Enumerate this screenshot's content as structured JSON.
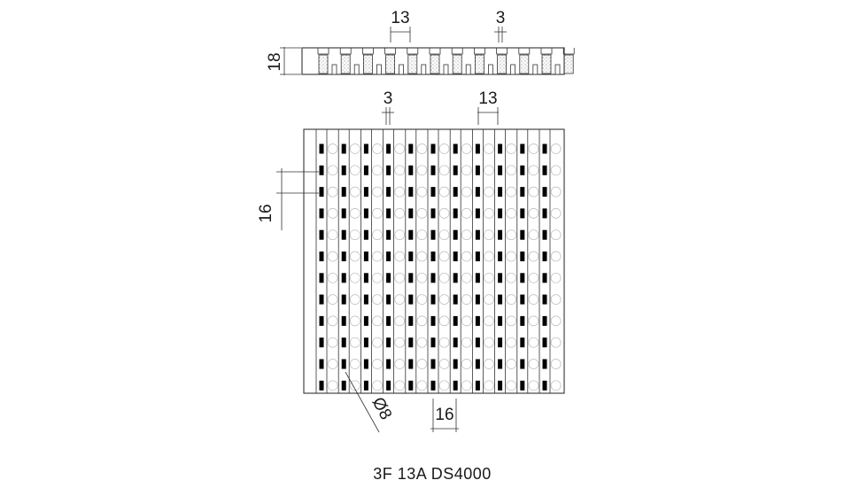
{
  "drawing": {
    "caption": "3F 13A DS4000",
    "dimensions": {
      "section_pitch": "13",
      "section_gap": "3",
      "section_thickness": "18",
      "plan_gap": "3",
      "plan_pitch": "13",
      "row_spacing": "16",
      "hole_diameter": "Ø8",
      "bottom_width": "16"
    },
    "colors": {
      "line": "#333333",
      "slot_fill": "#000000",
      "hole_stroke": "#bbbbbb"
    }
  }
}
